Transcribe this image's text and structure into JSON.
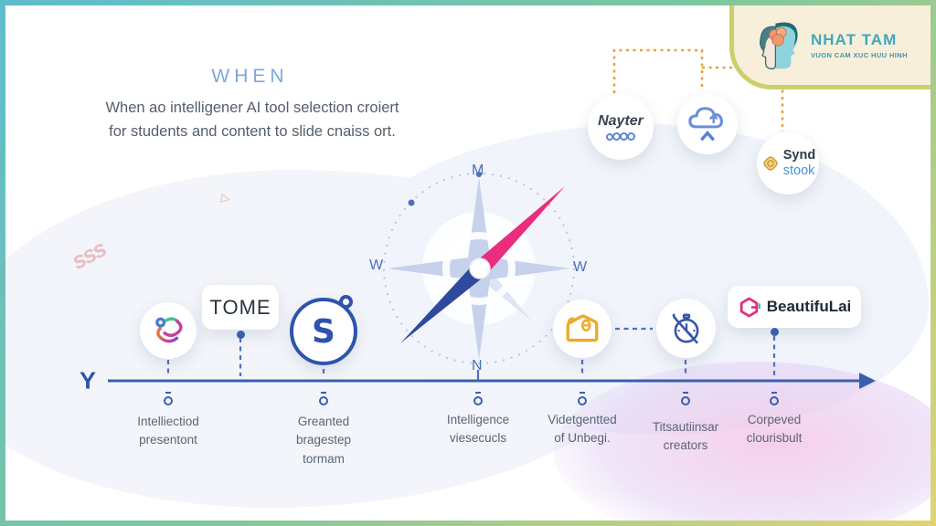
{
  "brand": {
    "name": "NHAT TAM",
    "tagline": "VUON CAM XUC HUU HINH"
  },
  "header": {
    "title": "WHEN",
    "subtitle_line1": "When ao intelligener AI tool selection croiert",
    "subtitle_line2": "for students and content to slide cnaiss ort."
  },
  "top_nodes": {
    "nayter": {
      "label": "Nayter",
      "icon": "link-chain-icon"
    },
    "cloud": {
      "icon": "cloud-upload-icon"
    },
    "synd": {
      "line1": "Synd",
      "line2": "stook",
      "icon": "gold-rosette-icon"
    }
  },
  "compass": {
    "top": "M",
    "left": "W",
    "right": "W",
    "bottom": "N"
  },
  "timeline": {
    "items": [
      {
        "type": "icon",
        "icon": "color-swirl-icon",
        "label": [
          "Intelliectiod",
          "presentont"
        ]
      },
      {
        "type": "badge",
        "text": "TOME"
      },
      {
        "type": "icon",
        "icon": "s-coin-icon",
        "label": [
          "Greanted",
          "bragestep",
          "tormam"
        ]
      },
      {
        "type": "compass",
        "label": [
          "Intelligence",
          "viesecucls"
        ]
      },
      {
        "type": "icon",
        "icon": "envelope-tag-icon",
        "label": [
          "Videtgentted",
          "of Unbegi."
        ]
      },
      {
        "type": "icon",
        "icon": "stopwatch-icon",
        "label": [
          "Titsautiinsar",
          "creators"
        ]
      },
      {
        "type": "badge",
        "text": "BeautifuLai",
        "label": [
          "Corpeved",
          "clourisbult"
        ]
      }
    ]
  },
  "colors": {
    "timeline_blue": "#3a5fae",
    "connector_blue": "#4a72c0",
    "title_blue": "#7ea9da",
    "needle_pink": "#ea2d7c",
    "needle_navy": "#2d4a9e",
    "compass_star": "#c6d2eb",
    "dotted_orange": "#e8a23f",
    "gold": "#ecab2e",
    "brand_teal": "#3fa8bd",
    "beautifulai_pink": "#e23180",
    "frame_gradient": [
      "#5fbccd",
      "#7cc79e",
      "#e0d474"
    ]
  }
}
